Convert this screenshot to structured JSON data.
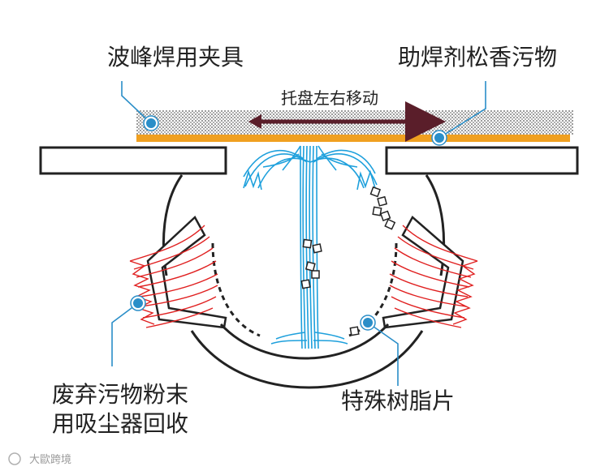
{
  "labels": {
    "fixture": "波峰焊用夹具",
    "rosin": "助焊剂松香污物",
    "tray_motion": "托盘左右移动",
    "waste_line1": "废弃污物粉末",
    "waste_line2": "用吸尘器回收",
    "resin": "特殊树脂片"
  },
  "watermark": "大歐跨境",
  "colors": {
    "fixture_bar": "#f0a020",
    "airflow_blue": "#1ea0dc",
    "exhaust_red": "#e02020",
    "marker_blue": "#2a8ec8",
    "outline": "#222222"
  }
}
